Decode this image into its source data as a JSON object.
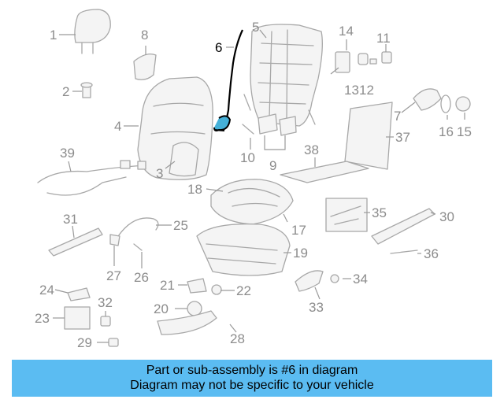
{
  "diagram": {
    "highlight_part": "6",
    "colors": {
      "highlight": "#000000",
      "highlight_fill": "#45b0d8",
      "parts": "#a8a8a8",
      "labels": "#8c8c8c",
      "banner_bg": "#5bbcf2"
    },
    "labels": [
      "1",
      "2",
      "3",
      "4",
      "5",
      "6",
      "7",
      "8",
      "9",
      "10",
      "11",
      "12",
      "13",
      "14",
      "15",
      "16",
      "17",
      "18",
      "19",
      "20",
      "21",
      "22",
      "23",
      "24",
      "25",
      "26",
      "27",
      "28",
      "29",
      "30",
      "31",
      "32",
      "33",
      "34",
      "35",
      "36",
      "37",
      "38",
      "39"
    ]
  },
  "banner": {
    "line1": "Part or sub-assembly is #6 in diagram",
    "line2": "Diagram may not be specific to your vehicle"
  }
}
